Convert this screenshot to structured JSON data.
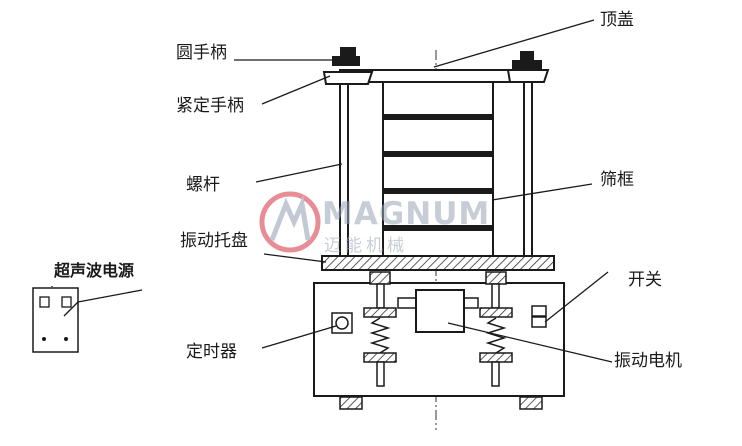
{
  "labels": {
    "top_cover": "顶盖",
    "round_handle": "圆手柄",
    "tighten_handle": "紧定手柄",
    "screw_rod": "螺杆",
    "sieve_frame": "筛框",
    "vibration_tray": "振动托盘",
    "switch": "开关",
    "timer": "定时器",
    "vibration_motor": "振动电机",
    "ultrasonic_power": "超声波电源"
  },
  "watermark": {
    "brand": "MAGNUM",
    "subtitle": "迈能机械"
  },
  "colors": {
    "line": "#1a1a1a",
    "logo_red": "#d9434f",
    "logo_grey": "#9aa6b8"
  }
}
